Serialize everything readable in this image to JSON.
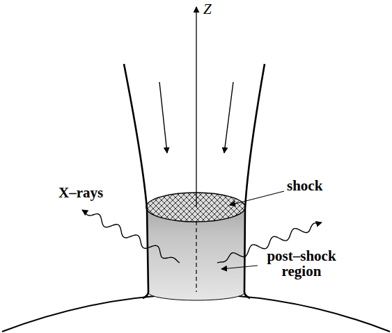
{
  "diagram": {
    "labels": [
      "Z",
      "X–rays",
      "shock",
      "post–shock region"
    ]
  }
}
